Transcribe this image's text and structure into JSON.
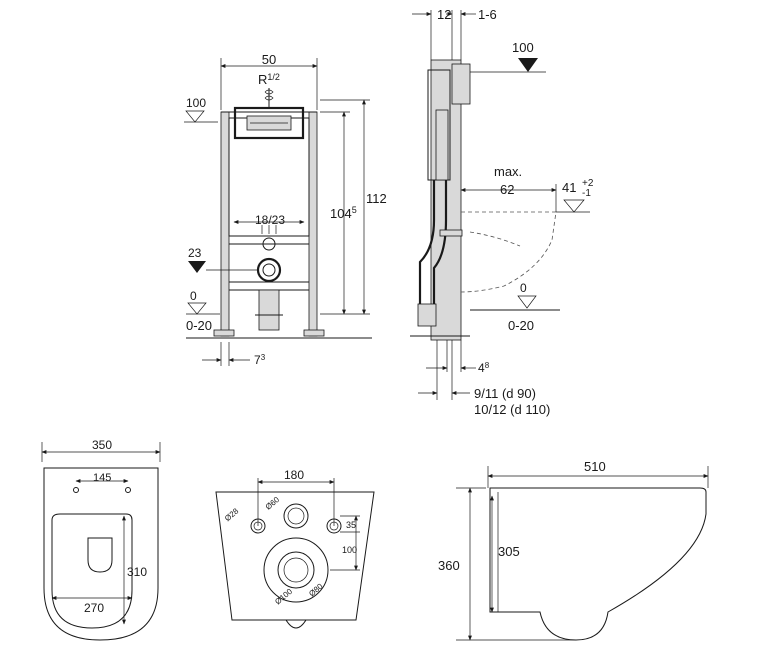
{
  "front_view": {
    "width_label": "50",
    "thread_label_main": "R",
    "thread_label_frac": "1/2",
    "level_100_label": "100",
    "level_23_label": "23",
    "level_0_label": "0",
    "range_label": "0-20",
    "height_112_label": "112",
    "height_104_main": "104",
    "height_104_sup": "5",
    "spacing_label": "18/23",
    "foot_offset_main": "7",
    "foot_offset_sup": "3"
  },
  "side_view": {
    "dim_12_label": "12",
    "dim_1_6_label": "1-6",
    "level_100_label": "100",
    "max_label": "max.",
    "dim_62_label": "62",
    "dim_41_label": "41",
    "tolerance_plus": "+2",
    "tolerance_minus": "-1",
    "level_0_label": "0",
    "range_label": "0-20",
    "dim_4_main": "4",
    "dim_4_sup": "8",
    "pipe_label_1": "9/11 (d 90)",
    "pipe_label_2": "10/12 (d 110)"
  },
  "top_view": {
    "width_label": "350",
    "hole_spacing_label": "145",
    "depth_label": "310",
    "seat_width_label": "270"
  },
  "back_view": {
    "spacing_label": "180",
    "d28_label": "Ø28",
    "d60_label": "Ø60",
    "d35_label": "35",
    "d100_label": "100",
    "d100_circle_label": "Ø100",
    "d80_label": "Ø80"
  },
  "profile_view": {
    "length_label": "510",
    "height_label": "360",
    "inner_height_label": "305"
  }
}
